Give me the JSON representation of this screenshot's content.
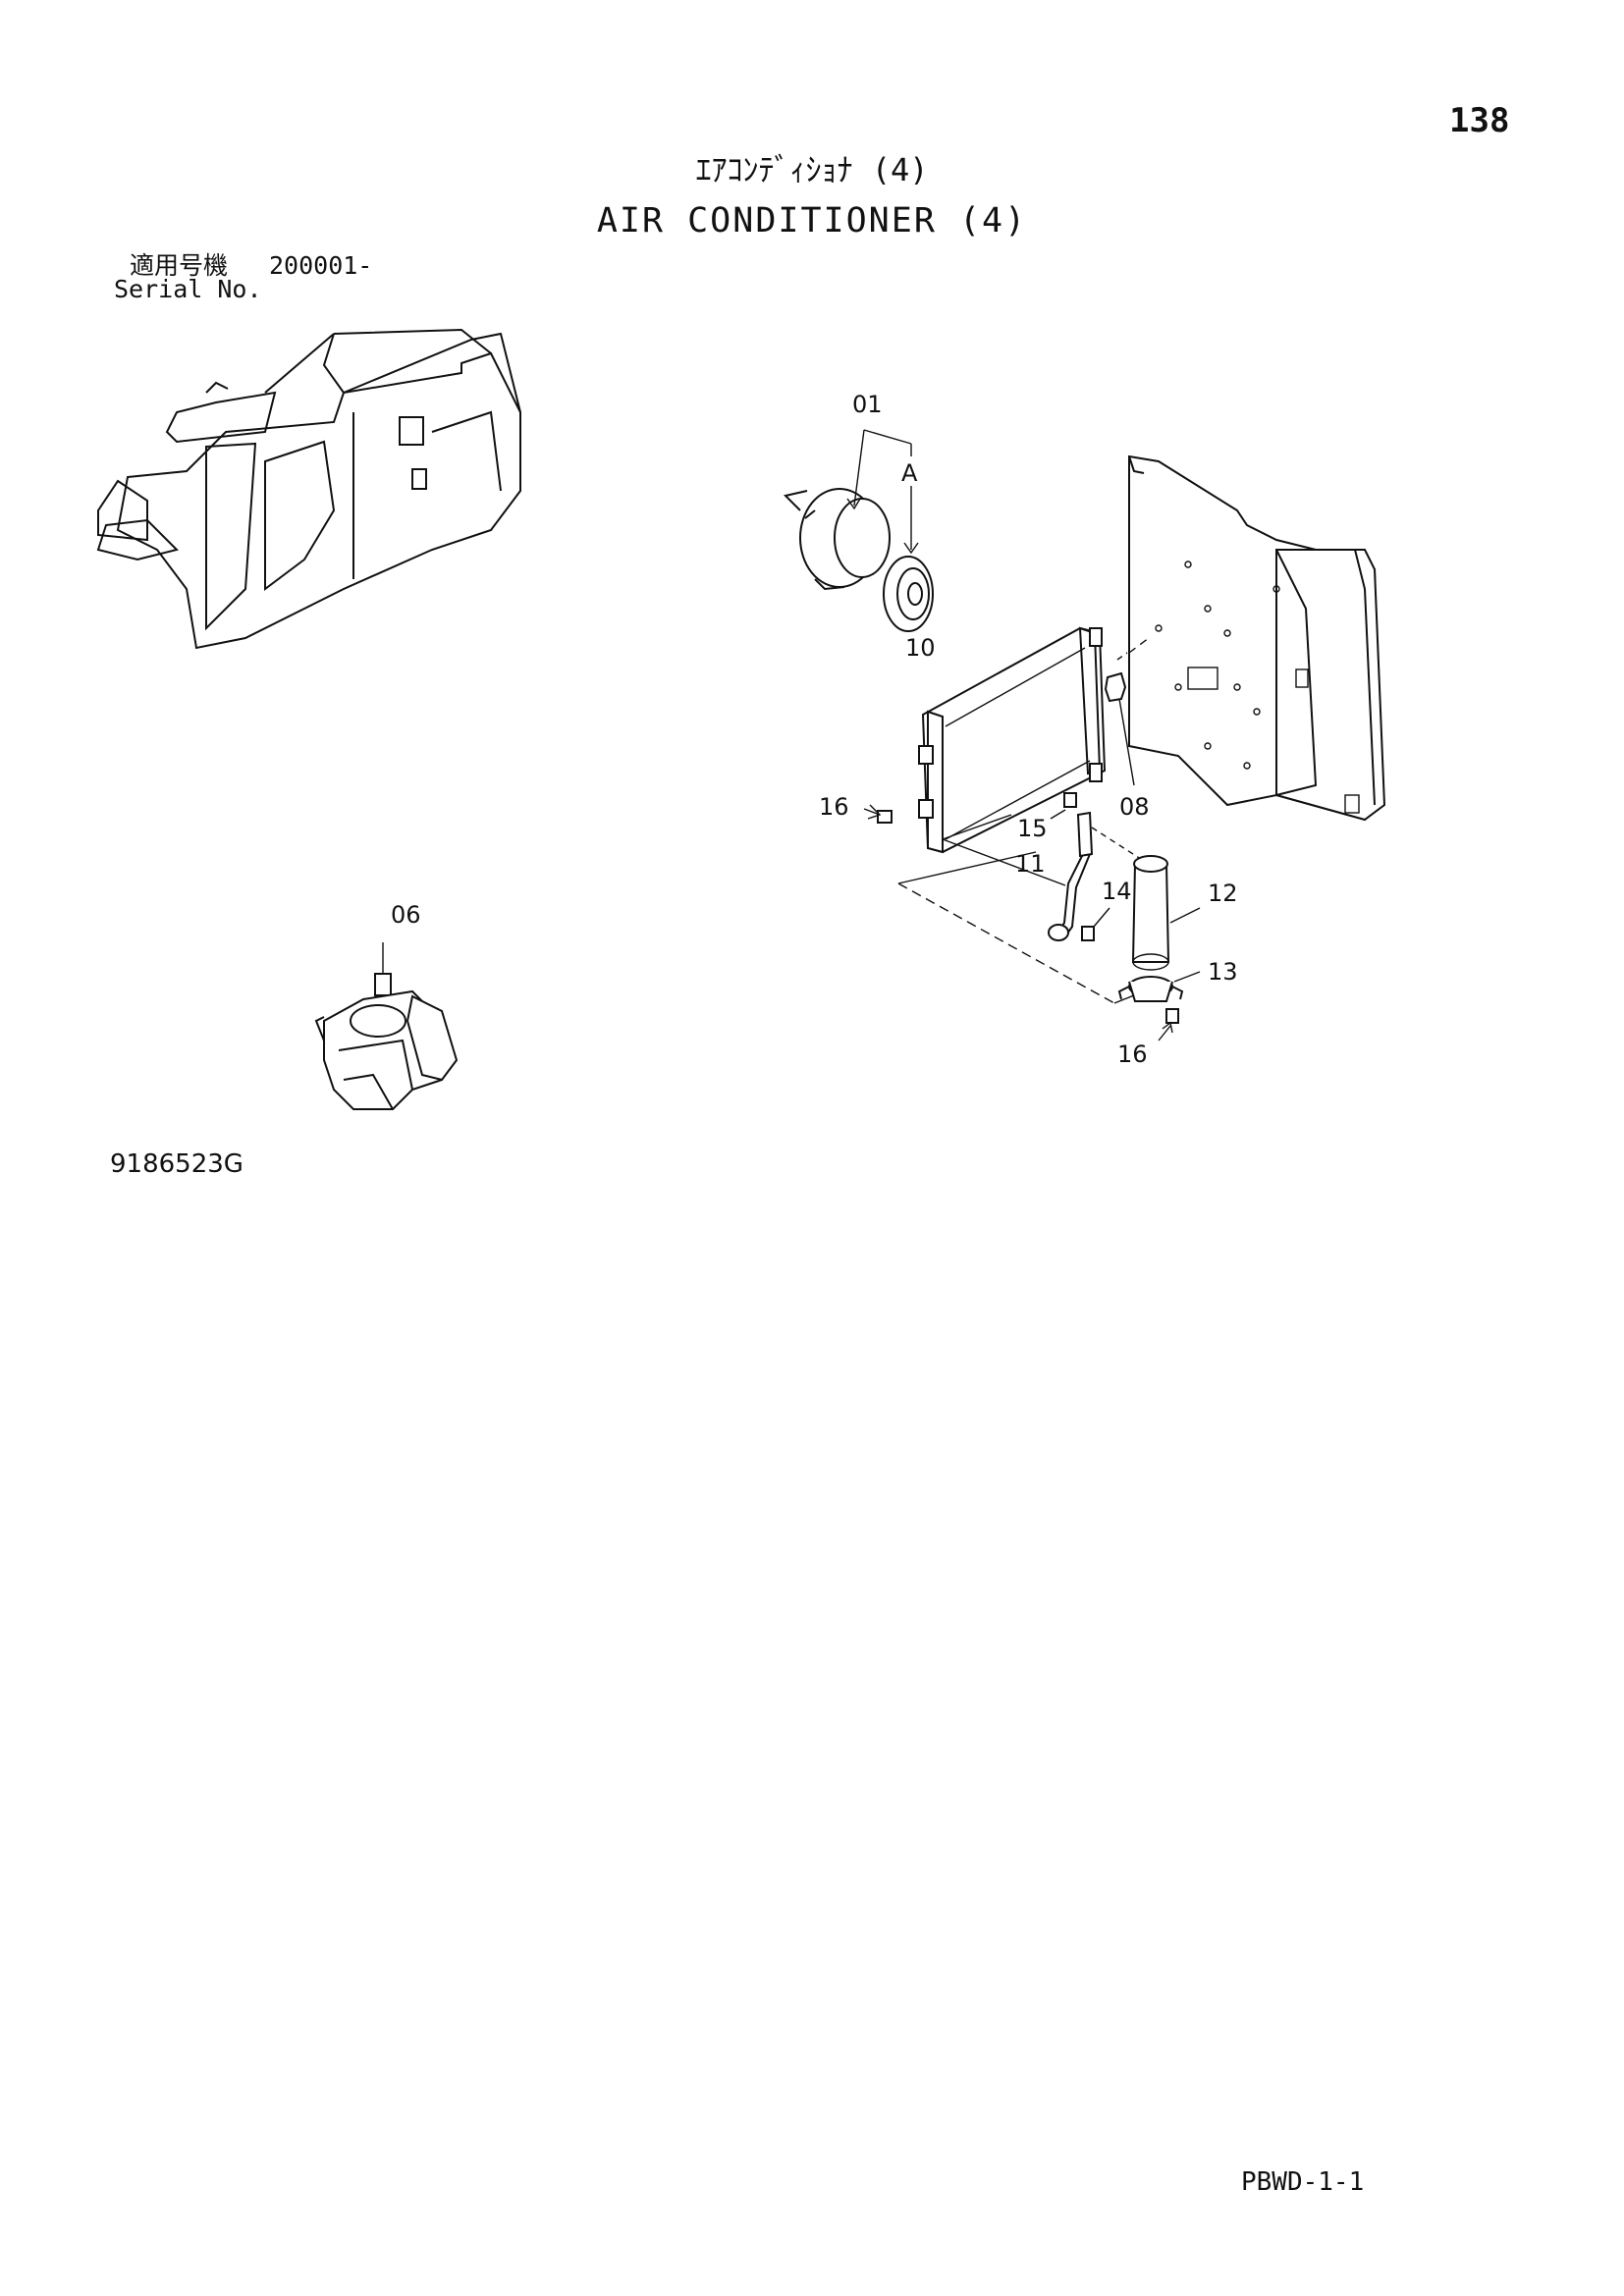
{
  "page_number": "138",
  "title_jp": "ｴｱｺﾝﾃﾞｨｼｮﾅ (4)",
  "title_en": "AIR CONDITIONER (4)",
  "serial": {
    "label_jp": "適用号機",
    "value": "200001-",
    "label_en": "Serial No."
  },
  "callouts": {
    "p01": "01",
    "pA": "A",
    "p06": "06",
    "p08": "08",
    "p10": "10",
    "p11": "11",
    "p12": "12",
    "p13": "13",
    "p14": "14",
    "p15": "15",
    "p16a": "16",
    "p16b": "16"
  },
  "drawing_id": "9186523G",
  "footer_code": "PBWD-1-1"
}
